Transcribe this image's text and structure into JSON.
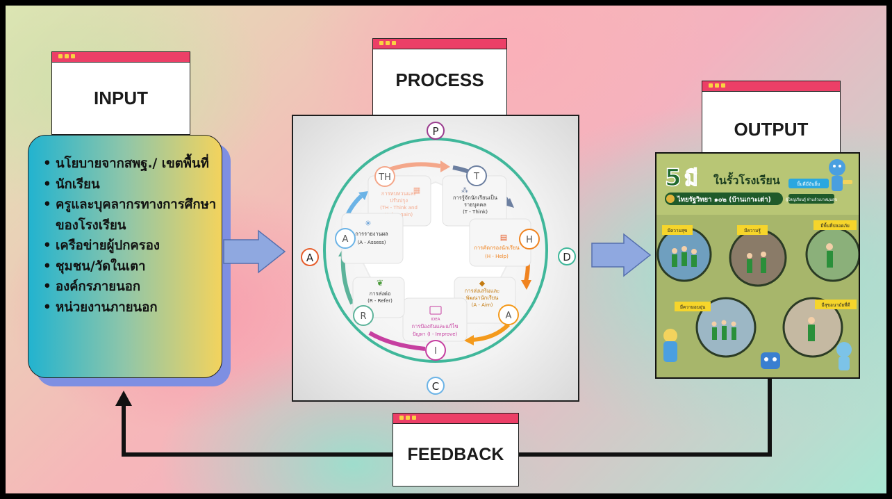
{
  "input": {
    "title": "INPUT",
    "items": [
      "นโยบายจากสพฐ./ เขตพื้นที่",
      "นักเรียน",
      "ครูและบุคลากรทางการศึกษาของโรงเรียน",
      "เครือข่ายผู้ปกครอง",
      "ชุมชน/วัดในเตา",
      "องค์กรภายนอก",
      "หน่วยงานภายนอก"
    ]
  },
  "process": {
    "title": "PROCESS",
    "outer_letters": [
      "P",
      "D",
      "C",
      "A"
    ],
    "steps": [
      {
        "letter": "TH",
        "line1": "การทบทวนและ",
        "line2": "ปรับปรุง",
        "line3": "(TH - Think and",
        "line4": "Help again)"
      },
      {
        "letter": "T",
        "line1": "การรู้จักนักเรียนเป็น",
        "line2": "รายบุคคล",
        "line3": "(T - Think)",
        "line4": ""
      },
      {
        "letter": "H",
        "line1": "การคัดกรองนักเรียน",
        "line2": "(H - Help)",
        "line3": "",
        "line4": ""
      },
      {
        "letter": "A",
        "line1": "การส่งเสริมและ",
        "line2": "พัฒนานักเรียน",
        "line3": "(A - Aim)",
        "line4": ""
      },
      {
        "letter": "I",
        "line1": "การป้องกันและแก้ไข",
        "line2": "ปัญหา (I - Improve)",
        "line3": "",
        "line4": ""
      },
      {
        "letter": "R",
        "line1": "การส่งต่อ",
        "line2": "(R - Refer)",
        "line3": "",
        "line4": ""
      },
      {
        "letter": "A",
        "line1": "การรายงานผล",
        "line2": "(A - Assess)",
        "line3": "",
        "line4": ""
      }
    ],
    "idea_label": "IDEA"
  },
  "output": {
    "title": "OUTPUT",
    "poster": {
      "headline_num": "5",
      "headline_mi": "มี",
      "headline_rest": "ในรั้วโรงเรียน",
      "school": "ไทยรัฐวิทยา ๑๐๒ (บ้านเกาะเต่า)",
      "tag1": "ยิ้มดีมีอันยิ้ม",
      "tag2": "ผู้ใหญ่เรียนรู้ ทำแล้วเบาหมุนสุข",
      "labels": [
        "มีความสุข",
        "มีความรู้",
        "มีพื้นที่ปลอดภัย",
        "มีความอบอุ่น",
        "มีสุขอนามัยที่ดี"
      ]
    }
  },
  "feedback": {
    "title": "FEEDBACK"
  },
  "colors": {
    "window_bar": "#ec3f67",
    "arrow_fill": "#8fa8e0",
    "ring": "#3fb79a",
    "step_colors": [
      "#f4a78a",
      "#6c7fa0",
      "#f0831f",
      "#f49a1c",
      "#c63fa0",
      "#5cb39a",
      "#6bb3e6"
    ]
  }
}
